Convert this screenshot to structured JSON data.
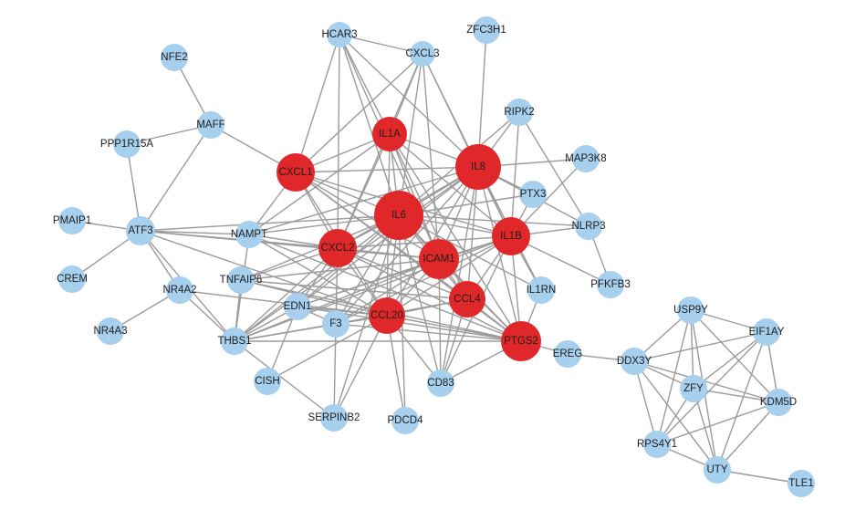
{
  "colors": {
    "hub": "#e0282a",
    "peripheral": "#a7cfee",
    "edge": "#9b9b9b",
    "label": "#1d1d1d"
  },
  "nodes": [
    {
      "id": "IL6",
      "label": "IL6",
      "group": "hub"
    },
    {
      "id": "IL8",
      "label": "IL8",
      "group": "hub"
    },
    {
      "id": "IL1A",
      "label": "IL1A",
      "group": "hub"
    },
    {
      "id": "CXCL1",
      "label": "CXCL1",
      "group": "hub"
    },
    {
      "id": "CXCL2",
      "label": "CXCL2",
      "group": "hub"
    },
    {
      "id": "ICAM1",
      "label": "ICAM1",
      "group": "hub"
    },
    {
      "id": "IL1B",
      "label": "IL1B",
      "group": "hub"
    },
    {
      "id": "CCL4",
      "label": "CCL4",
      "group": "hub"
    },
    {
      "id": "CCL20",
      "label": "CCL20",
      "group": "hub"
    },
    {
      "id": "PTGS2",
      "label": "PTGS2",
      "group": "hub"
    },
    {
      "id": "HCAR3",
      "label": "HCAR3",
      "group": "peripheral"
    },
    {
      "id": "CXCL3",
      "label": "CXCL3",
      "group": "peripheral"
    },
    {
      "id": "ZFC3H1",
      "label": "ZFC3H1",
      "group": "peripheral"
    },
    {
      "id": "NFE2",
      "label": "NFE2",
      "group": "peripheral"
    },
    {
      "id": "MAFF",
      "label": "MAFF",
      "group": "peripheral"
    },
    {
      "id": "PPP1R15A",
      "label": "PPP1R15A",
      "group": "peripheral"
    },
    {
      "id": "RIPK2",
      "label": "RIPK2",
      "group": "peripheral"
    },
    {
      "id": "MAP3K8",
      "label": "MAP3K8",
      "group": "peripheral"
    },
    {
      "id": "PTX3",
      "label": "PTX3",
      "group": "peripheral"
    },
    {
      "id": "NLRP3",
      "label": "NLRP3",
      "group": "peripheral"
    },
    {
      "id": "PMAIP1",
      "label": "PMAIP1",
      "group": "peripheral"
    },
    {
      "id": "ATF3",
      "label": "ATF3",
      "group": "peripheral"
    },
    {
      "id": "NAMPT",
      "label": "NAMPT",
      "group": "peripheral"
    },
    {
      "id": "CREM",
      "label": "CREM",
      "group": "peripheral"
    },
    {
      "id": "NR4A2",
      "label": "NR4A2",
      "group": "peripheral"
    },
    {
      "id": "TNFAIP6",
      "label": "TNFAIP6",
      "group": "peripheral"
    },
    {
      "id": "EDN1",
      "label": "EDN1",
      "group": "peripheral"
    },
    {
      "id": "F3",
      "label": "F3",
      "group": "peripheral"
    },
    {
      "id": "IL1RN",
      "label": "IL1RN",
      "group": "peripheral"
    },
    {
      "id": "PFKFB3",
      "label": "PFKFB3",
      "group": "peripheral"
    },
    {
      "id": "NR4A3",
      "label": "NR4A3",
      "group": "peripheral"
    },
    {
      "id": "THBS1",
      "label": "THBS1",
      "group": "peripheral"
    },
    {
      "id": "CISH",
      "label": "CISH",
      "group": "peripheral"
    },
    {
      "id": "SERPINB2",
      "label": "SERPINB2",
      "group": "peripheral"
    },
    {
      "id": "PDCD4",
      "label": "PDCD4",
      "group": "peripheral"
    },
    {
      "id": "CD83",
      "label": "CD83",
      "group": "peripheral"
    },
    {
      "id": "EREG",
      "label": "EREG",
      "group": "peripheral"
    },
    {
      "id": "USP9Y",
      "label": "USP9Y",
      "group": "peripheral"
    },
    {
      "id": "EIF1AY",
      "label": "EIF1AY",
      "group": "peripheral"
    },
    {
      "id": "DDX3Y",
      "label": "DDX3Y",
      "group": "peripheral"
    },
    {
      "id": "ZFY",
      "label": "ZFY",
      "group": "peripheral"
    },
    {
      "id": "KDM5D",
      "label": "KDM5D",
      "group": "peripheral"
    },
    {
      "id": "RPS4Y1",
      "label": "RPS4Y1",
      "group": "peripheral"
    },
    {
      "id": "UTY",
      "label": "UTY",
      "group": "peripheral"
    },
    {
      "id": "TLE1",
      "label": "TLE1",
      "group": "peripheral"
    }
  ],
  "edges": [
    [
      "NFE2",
      "MAFF"
    ],
    [
      "MAFF",
      "PPP1R15A"
    ],
    [
      "MAFF",
      "ATF3"
    ],
    [
      "MAFF",
      "CXCL1"
    ],
    [
      "PPP1R15A",
      "ATF3"
    ],
    [
      "PMAIP1",
      "ATF3"
    ],
    [
      "CREM",
      "ATF3"
    ],
    [
      "ATF3",
      "NR4A2"
    ],
    [
      "ATF3",
      "NAMPT"
    ],
    [
      "ATF3",
      "IL6"
    ],
    [
      "ATF3",
      "CXCL2"
    ],
    [
      "ATF3",
      "ICAM1"
    ],
    [
      "ATF3",
      "CCL20"
    ],
    [
      "ATF3",
      "THBS1"
    ],
    [
      "NR4A3",
      "NR4A2"
    ],
    [
      "NR4A2",
      "THBS1"
    ],
    [
      "NR4A2",
      "CCL20"
    ],
    [
      "HCAR3",
      "CXCL3"
    ],
    [
      "HCAR3",
      "CXCL1"
    ],
    [
      "HCAR3",
      "IL6"
    ],
    [
      "HCAR3",
      "CXCL2"
    ],
    [
      "HCAR3",
      "IL8"
    ],
    [
      "HCAR3",
      "ICAM1"
    ],
    [
      "HCAR3",
      "IL1A"
    ],
    [
      "CXCL3",
      "CXCL1"
    ],
    [
      "CXCL3",
      "IL8"
    ],
    [
      "CXCL3",
      "IL1A"
    ],
    [
      "CXCL3",
      "IL6"
    ],
    [
      "CXCL3",
      "CXCL2"
    ],
    [
      "CXCL3",
      "ICAM1"
    ],
    [
      "CXCL3",
      "IL1B"
    ],
    [
      "ZFC3H1",
      "IL8"
    ],
    [
      "RIPK2",
      "IL8"
    ],
    [
      "RIPK2",
      "IL1B"
    ],
    [
      "RIPK2",
      "NLRP3"
    ],
    [
      "RIPK2",
      "IL6"
    ],
    [
      "MAP3K8",
      "IL8"
    ],
    [
      "MAP3K8",
      "IL1B"
    ],
    [
      "PTX3",
      "IL8"
    ],
    [
      "PTX3",
      "IL6"
    ],
    [
      "PTX3",
      "IL1B"
    ],
    [
      "NLRP3",
      "IL1B"
    ],
    [
      "NLRP3",
      "IL8"
    ],
    [
      "NLRP3",
      "IL6"
    ],
    [
      "NLRP3",
      "PFKFB3"
    ],
    [
      "PFKFB3",
      "IL1B"
    ],
    [
      "IL1RN",
      "IL1B"
    ],
    [
      "IL1RN",
      "IL8"
    ],
    [
      "IL1RN",
      "IL6"
    ],
    [
      "IL1RN",
      "PTGS2"
    ],
    [
      "IL1A",
      "IL8"
    ],
    [
      "IL1A",
      "IL6"
    ],
    [
      "IL1A",
      "CXCL1"
    ],
    [
      "IL1A",
      "CXCL2"
    ],
    [
      "IL1A",
      "ICAM1"
    ],
    [
      "IL1A",
      "IL1B"
    ],
    [
      "IL1A",
      "CCL4"
    ],
    [
      "IL1A",
      "CCL20"
    ],
    [
      "IL1A",
      "PTGS2"
    ],
    [
      "IL1A",
      "NAMPT"
    ],
    [
      "IL8",
      "IL6"
    ],
    [
      "IL8",
      "CXCL1"
    ],
    [
      "IL8",
      "CXCL2"
    ],
    [
      "IL8",
      "ICAM1"
    ],
    [
      "IL8",
      "IL1B"
    ],
    [
      "IL8",
      "CCL4"
    ],
    [
      "IL8",
      "CCL20"
    ],
    [
      "IL8",
      "PTGS2"
    ],
    [
      "IL8",
      "NAMPT"
    ],
    [
      "IL8",
      "EDN1"
    ],
    [
      "IL8",
      "THBS1"
    ],
    [
      "IL8",
      "F3"
    ],
    [
      "IL8",
      "CD83"
    ],
    [
      "CXCL1",
      "IL6"
    ],
    [
      "CXCL1",
      "CXCL2"
    ],
    [
      "CXCL1",
      "ICAM1"
    ],
    [
      "CXCL1",
      "IL1B"
    ],
    [
      "CXCL1",
      "CCL20"
    ],
    [
      "CXCL1",
      "PTGS2"
    ],
    [
      "CXCL1",
      "NAMPT"
    ],
    [
      "CXCL1",
      "CCL4"
    ],
    [
      "IL6",
      "CXCL2"
    ],
    [
      "IL6",
      "ICAM1"
    ],
    [
      "IL6",
      "IL1B"
    ],
    [
      "IL6",
      "CCL4"
    ],
    [
      "IL6",
      "CCL20"
    ],
    [
      "IL6",
      "PTGS2"
    ],
    [
      "IL6",
      "NAMPT"
    ],
    [
      "IL6",
      "TNFAIP6"
    ],
    [
      "IL6",
      "EDN1"
    ],
    [
      "IL6",
      "F3"
    ],
    [
      "IL6",
      "THBS1"
    ],
    [
      "IL6",
      "SERPINB2"
    ],
    [
      "IL6",
      "CD83"
    ],
    [
      "IL6",
      "PDCD4"
    ],
    [
      "CXCL2",
      "ICAM1"
    ],
    [
      "CXCL2",
      "IL1B"
    ],
    [
      "CXCL2",
      "CCL4"
    ],
    [
      "CXCL2",
      "CCL20"
    ],
    [
      "CXCL2",
      "PTGS2"
    ],
    [
      "CXCL2",
      "NAMPT"
    ],
    [
      "CXCL2",
      "TNFAIP6"
    ],
    [
      "CXCL2",
      "EDN1"
    ],
    [
      "CXCL2",
      "THBS1"
    ],
    [
      "CXCL2",
      "F3"
    ],
    [
      "ICAM1",
      "IL1B"
    ],
    [
      "ICAM1",
      "CCL4"
    ],
    [
      "ICAM1",
      "CCL20"
    ],
    [
      "ICAM1",
      "PTGS2"
    ],
    [
      "ICAM1",
      "EDN1"
    ],
    [
      "ICAM1",
      "F3"
    ],
    [
      "ICAM1",
      "THBS1"
    ],
    [
      "ICAM1",
      "CD83"
    ],
    [
      "ICAM1",
      "TNFAIP6"
    ],
    [
      "IL1B",
      "CCL4"
    ],
    [
      "IL1B",
      "CCL20"
    ],
    [
      "IL1B",
      "PTGS2"
    ],
    [
      "IL1B",
      "EDN1"
    ],
    [
      "IL1B",
      "THBS1"
    ],
    [
      "IL1B",
      "F3"
    ],
    [
      "IL1B",
      "CD83"
    ],
    [
      "CCL4",
      "CCL20"
    ],
    [
      "CCL4",
      "PTGS2"
    ],
    [
      "CCL4",
      "CD83"
    ],
    [
      "CCL20",
      "PTGS2"
    ],
    [
      "CCL20",
      "EDN1"
    ],
    [
      "CCL20",
      "THBS1"
    ],
    [
      "CCL20",
      "F3"
    ],
    [
      "CCL20",
      "TNFAIP6"
    ],
    [
      "CCL20",
      "CD83"
    ],
    [
      "CCL20",
      "CISH"
    ],
    [
      "PTGS2",
      "EREG"
    ],
    [
      "PTGS2",
      "THBS1"
    ],
    [
      "PTGS2",
      "NAMPT"
    ],
    [
      "PTGS2",
      "EDN1"
    ],
    [
      "PTGS2",
      "F3"
    ],
    [
      "PTGS2",
      "CD83"
    ],
    [
      "PTGS2",
      "TNFAIP6"
    ],
    [
      "NAMPT",
      "THBS1"
    ],
    [
      "NAMPT",
      "CCL20"
    ],
    [
      "TNFAIP6",
      "THBS1"
    ],
    [
      "TNFAIP6",
      "CCL4"
    ],
    [
      "EDN1",
      "THBS1"
    ],
    [
      "EDN1",
      "F3"
    ],
    [
      "EDN1",
      "CISH"
    ],
    [
      "THBS1",
      "F3"
    ],
    [
      "THBS1",
      "SERPINB2"
    ],
    [
      "F3",
      "SERPINB2"
    ],
    [
      "F3",
      "CCL4"
    ],
    [
      "SERPINB2",
      "CCL20"
    ],
    [
      "PDCD4",
      "CCL20"
    ],
    [
      "EREG",
      "DDX3Y"
    ],
    [
      "DDX3Y",
      "USP9Y"
    ],
    [
      "DDX3Y",
      "EIF1AY"
    ],
    [
      "DDX3Y",
      "ZFY"
    ],
    [
      "DDX3Y",
      "KDM5D"
    ],
    [
      "DDX3Y",
      "RPS4Y1"
    ],
    [
      "DDX3Y",
      "UTY"
    ],
    [
      "USP9Y",
      "EIF1AY"
    ],
    [
      "USP9Y",
      "ZFY"
    ],
    [
      "USP9Y",
      "KDM5D"
    ],
    [
      "USP9Y",
      "RPS4Y1"
    ],
    [
      "USP9Y",
      "UTY"
    ],
    [
      "EIF1AY",
      "ZFY"
    ],
    [
      "EIF1AY",
      "KDM5D"
    ],
    [
      "EIF1AY",
      "RPS4Y1"
    ],
    [
      "EIF1AY",
      "UTY"
    ],
    [
      "ZFY",
      "KDM5D"
    ],
    [
      "ZFY",
      "RPS4Y1"
    ],
    [
      "ZFY",
      "UTY"
    ],
    [
      "KDM5D",
      "RPS4Y1"
    ],
    [
      "KDM5D",
      "UTY"
    ],
    [
      "RPS4Y1",
      "UTY"
    ],
    [
      "UTY",
      "TLE1"
    ]
  ]
}
